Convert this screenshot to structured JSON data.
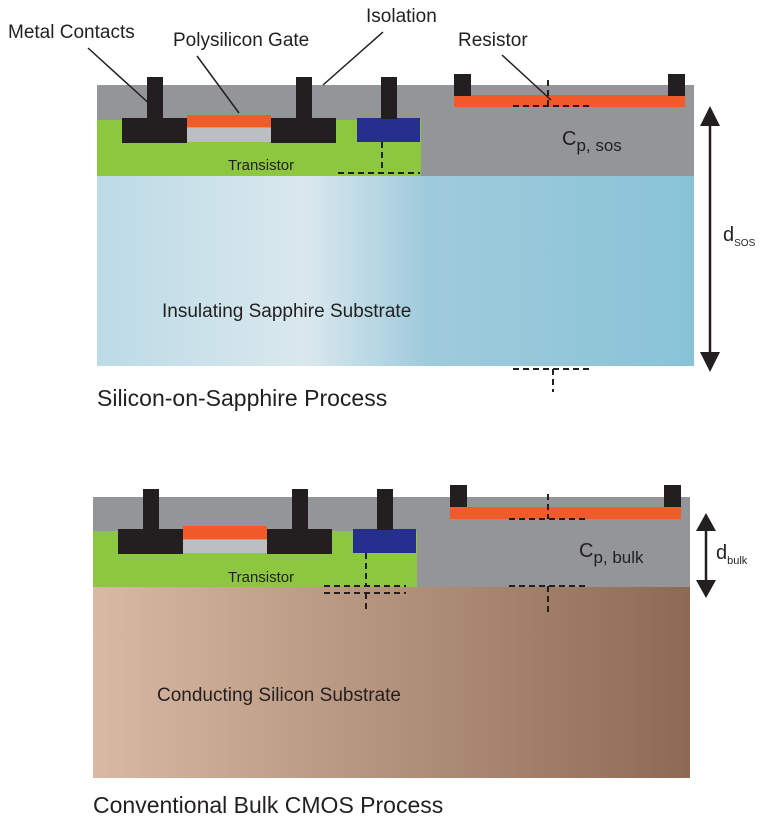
{
  "labels": {
    "metal_contacts": "Metal Contacts",
    "polysilicon_gate": "Polysilicon Gate",
    "isolation": "Isolation",
    "resistor": "Resistor"
  },
  "sos": {
    "transistor": "Transistor",
    "substrate": "Insulating Sapphire Substrate",
    "cap_main": "C",
    "cap_sub": "p, sos",
    "d_main": "d",
    "d_sub": "SOS",
    "title": "Silicon-on-Sapphire Process"
  },
  "bulk": {
    "transistor": "Transistor",
    "substrate": "Conducting Silicon Substrate",
    "cap_main": "C",
    "cap_sub": "p, bulk",
    "d_main": "d",
    "d_sub": "bulk",
    "title": "Conventional Bulk CMOS Process"
  },
  "colors": {
    "isolation": "#939598",
    "transistor": "#8dc63f",
    "metal": "#231f20",
    "gate": "#f15a29",
    "gate_oxide": "#bcbec0",
    "well": "#262f8f",
    "sapphire_light": "#dae8ee",
    "sapphire": "#8cc4d8",
    "silicon_light": "#d9b9a3",
    "silicon_dark": "#8f6a55"
  }
}
